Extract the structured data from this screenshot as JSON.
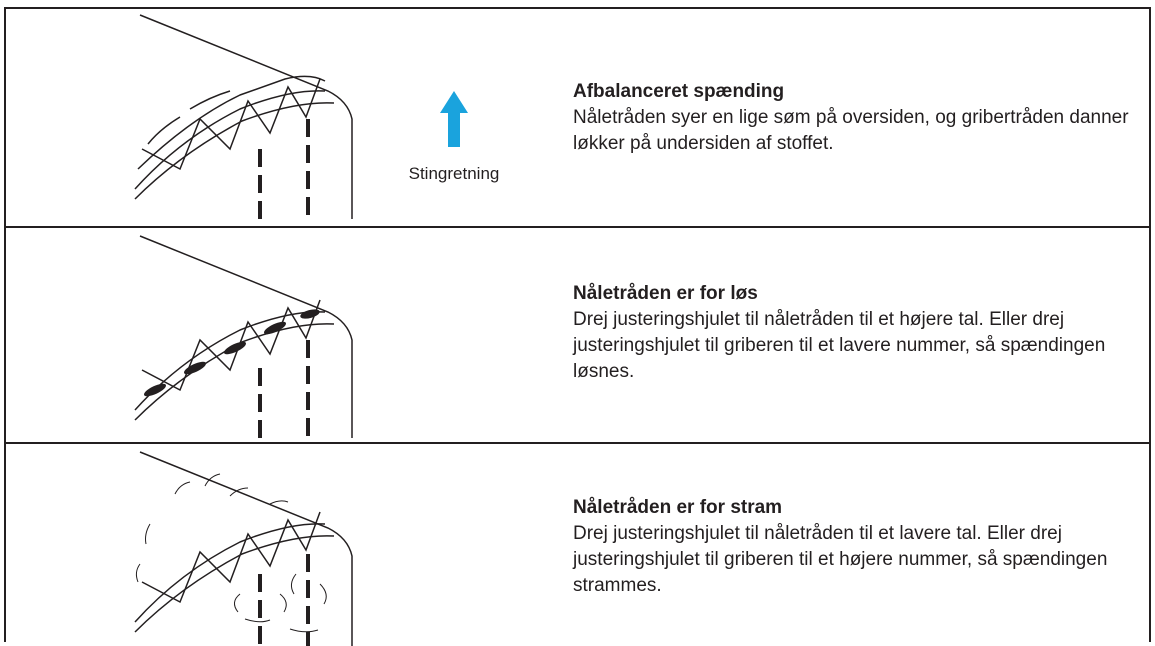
{
  "rows": [
    {
      "title": "Afbalanceret spænding",
      "body": "Nåletråden syer en lige søm på oversiden, og gribertråden danner løkker på undersiden af stoffet."
    },
    {
      "title": "Nåletråden er for løs",
      "body": "Drej justeringshjulet til nåletråden til et højere tal. Eller drej justeringshjulet til griberen til et lavere nummer, så spændingen løsnes."
    },
    {
      "title": "Nåletråden er for stram",
      "body": "Drej justeringshjulet til nåletråden til et lavere tal. Eller drej justeringshjulet til griberen til et højere nummer, så spændingen strammes."
    }
  ],
  "direction_label": "Stingretning",
  "arrow_color": "#1aa3dd"
}
